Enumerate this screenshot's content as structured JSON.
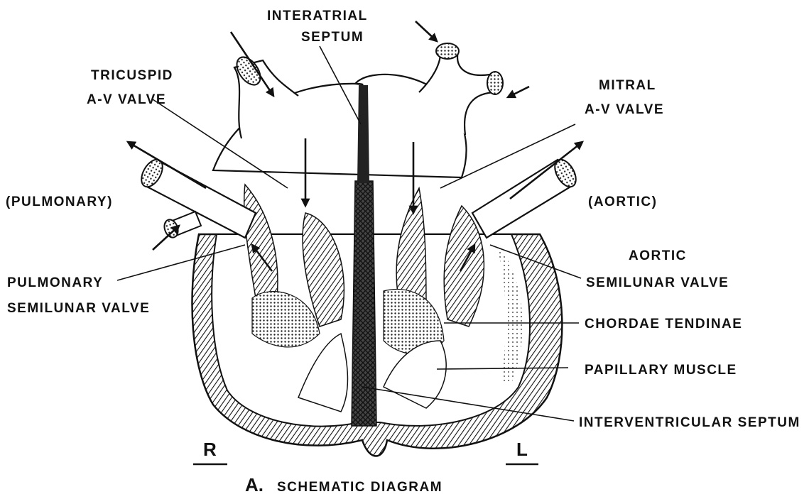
{
  "labels": {
    "interatrial_1": "INTERATRIAL",
    "interatrial_2": "SEPTUM",
    "tricuspid_1": "TRICUSPID",
    "tricuspid_2": "A-V VALVE",
    "mitral_1": "MITRAL",
    "mitral_2": "A-V VALVE",
    "pulmonary": "(PULMONARY)",
    "aortic": "(AORTIC)",
    "aortic_valve_1": "AORTIC",
    "aortic_valve_2": "SEMILUNAR VALVE",
    "pulmonary_valve_1": "PULMONARY",
    "pulmonary_valve_2": "SEMILUNAR VALVE",
    "chordae": "CHORDAE TENDINAE",
    "papillary": "PAPILLARY MUSCLE",
    "interventricular": "INTERVENTRICULAR SEPTUM"
  },
  "sides": {
    "right": "R",
    "left": "L"
  },
  "caption": {
    "letter": "A.",
    "text": "SCHEMATIC DIAGRAM"
  }
}
